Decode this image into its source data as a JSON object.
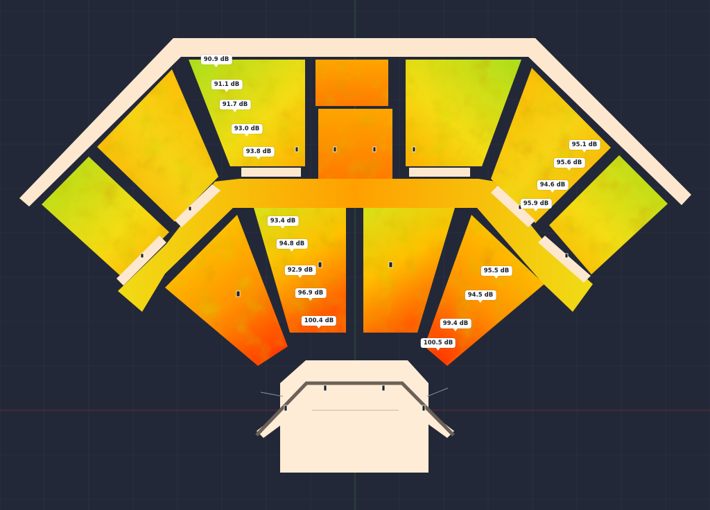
{
  "colors": {
    "background": "#232838",
    "wall": "#fde8cf",
    "stage": "#ffecd6",
    "grid_line": "#2f3548",
    "axis_red": "#6a2a36",
    "axis_green": "#2f5a36",
    "spl_low": "#9ee21a",
    "spl_mid": "#ffd400",
    "spl_high": "#ff2a00"
  },
  "spl_labels": [
    {
      "id": "l1",
      "text": "90.9 dB"
    },
    {
      "id": "l2",
      "text": "91.1 dB"
    },
    {
      "id": "l3",
      "text": "91.7 dB"
    },
    {
      "id": "l4",
      "text": "93.0 dB"
    },
    {
      "id": "l5",
      "text": "93.8 dB"
    },
    {
      "id": "l6",
      "text": "95.1 dB"
    },
    {
      "id": "l7",
      "text": "95.6 dB"
    },
    {
      "id": "l8",
      "text": "94.6 dB"
    },
    {
      "id": "l9",
      "text": "95.9 dB"
    },
    {
      "id": "l10",
      "text": "93.4 dB"
    },
    {
      "id": "l11",
      "text": "94.8 dB"
    },
    {
      "id": "l12",
      "text": "92.9 dB"
    },
    {
      "id": "l13",
      "text": "96.9 dB"
    },
    {
      "id": "l14",
      "text": "100.4 dB"
    },
    {
      "id": "l15",
      "text": "95.5 dB"
    },
    {
      "id": "l16",
      "text": "94.5 dB"
    },
    {
      "id": "l17",
      "text": "99.4 dB"
    },
    {
      "id": "l18",
      "text": "100.5 dB"
    }
  ]
}
